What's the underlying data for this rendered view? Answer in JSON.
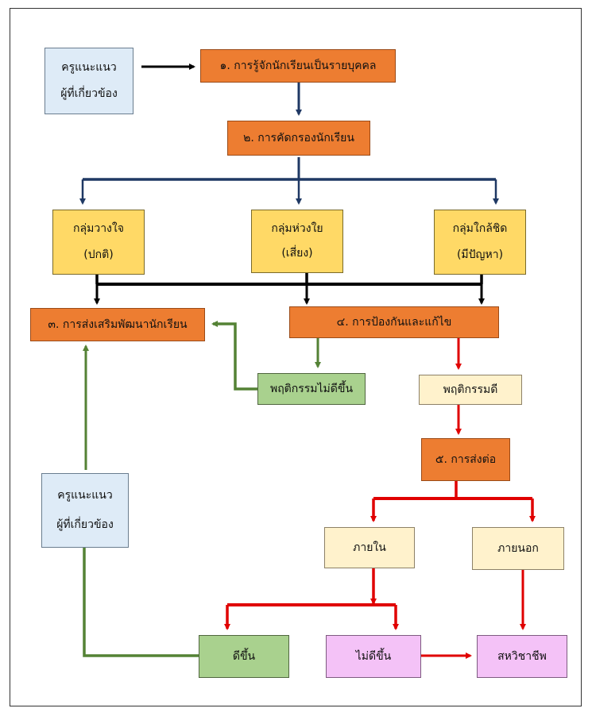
{
  "nodes": {
    "teacher_top": [
      "ครูแนะแนว",
      "ผู้ที่เกี่ยวข้อง"
    ],
    "step1": "๑. การรู้จักนักเรียนเป็นรายบุคคล",
    "step2": "๒. การคัดกรองนักเรียน",
    "group_normal": [
      "กลุ่มวางใจ",
      "(ปกติ)"
    ],
    "group_risk": [
      "กลุ่มห่วงใย",
      "(เสี่ยง)"
    ],
    "group_problem": [
      "กลุ่มใกล้ชิด",
      "(มีปัญหา)"
    ],
    "step3": "๓. การส่งเสริมพัฒนานักเรียน",
    "step4": "๔. การป้องกันและแก้ไข",
    "behavior_not_improved": "พฤติกรรมไม่ดีขึ้น",
    "behavior_good": "พฤติกรรมดี",
    "step5": "๕. การส่งต่อ",
    "teacher_bottom": [
      "ครูแนะแนว",
      "ผู้ที่เกี่ยวข้อง"
    ],
    "internal": "ภายใน",
    "external": "ภายนอก",
    "improved": "ดีขึ้น",
    "not_improved": "ไม่ดีขึ้น",
    "multidisciplinary": "สหวิชาชีพ"
  },
  "colors": {
    "process": "#ED7D31",
    "actor": "#DEEBF7",
    "group": "#FFD966",
    "positive": "#A9D18E",
    "neutral": "#FFF2CC",
    "negative": "#F4C2F7",
    "arrow_blue": "#1F3864",
    "arrow_black": "#000000",
    "arrow_green": "#548235",
    "arrow_red": "#E00000"
  }
}
